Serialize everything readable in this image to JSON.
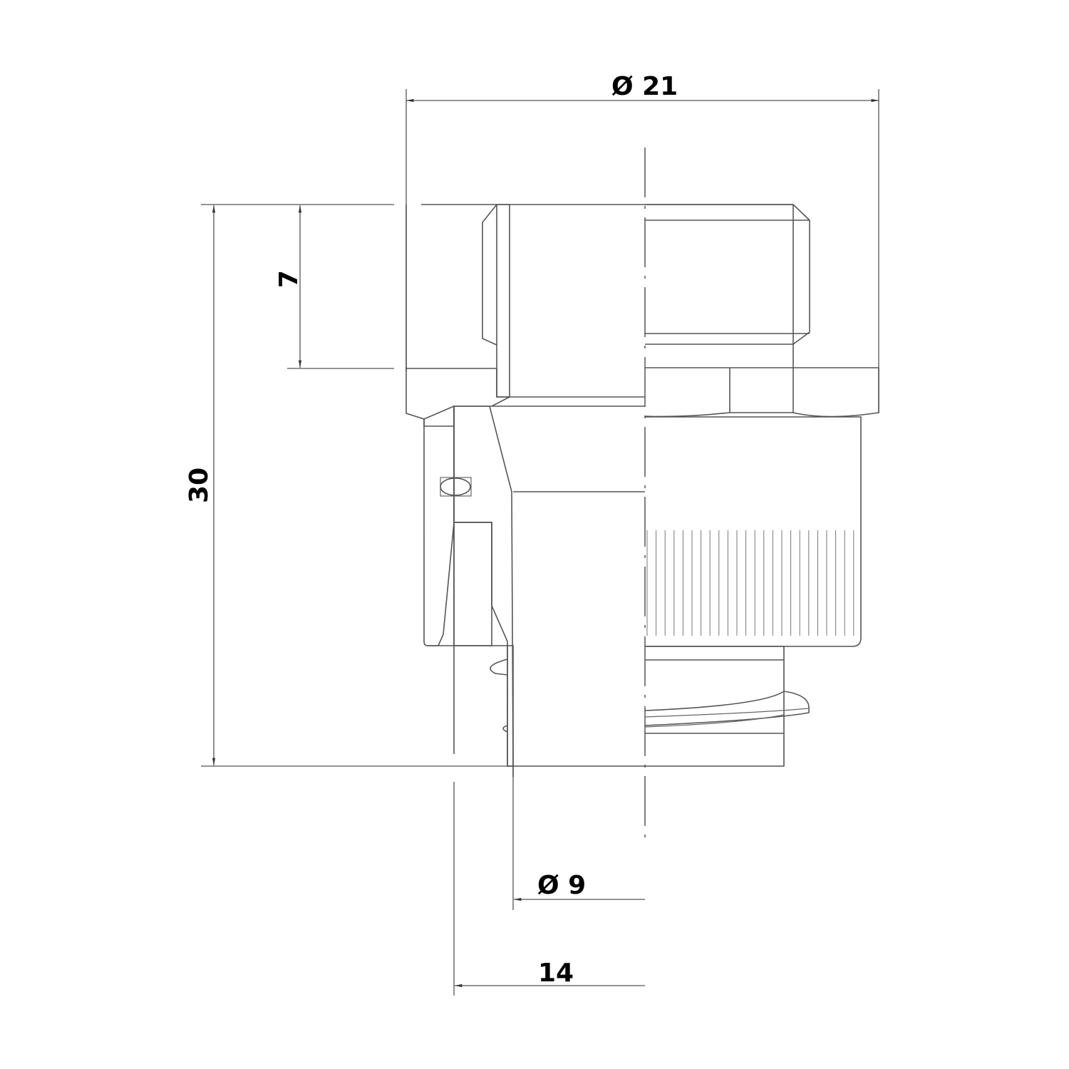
{
  "drawing": {
    "type": "technical-cross-section",
    "subject": "compression fitting adapter",
    "units": "mm",
    "line_color": "#555555",
    "text_color": "#000000",
    "background": "#ffffff"
  },
  "dimensions": {
    "outer_diameter": {
      "label": "Ø 21",
      "value": 21,
      "orientation": "horizontal",
      "position": "top"
    },
    "thread_length": {
      "label": "7",
      "value": 7,
      "orientation": "vertical",
      "position": "left-inner"
    },
    "total_height": {
      "label": "30",
      "value": 30,
      "orientation": "vertical",
      "position": "left-outer"
    },
    "inner_diameter": {
      "label": "Ø 9",
      "value": 9,
      "orientation": "horizontal",
      "position": "bottom-upper"
    },
    "pipe_size": {
      "label": "14",
      "value": 14,
      "orientation": "horizontal",
      "position": "bottom-lower"
    }
  },
  "features": [
    {
      "name": "external-thread",
      "location": "top"
    },
    {
      "name": "hex-nut",
      "location": "middle"
    },
    {
      "name": "knurled-sleeve",
      "location": "middle-lower"
    },
    {
      "name": "o-ring",
      "location": "section-left"
    },
    {
      "name": "barbed-spigot",
      "location": "bottom"
    },
    {
      "name": "centerline",
      "location": "vertical-axis"
    }
  ]
}
